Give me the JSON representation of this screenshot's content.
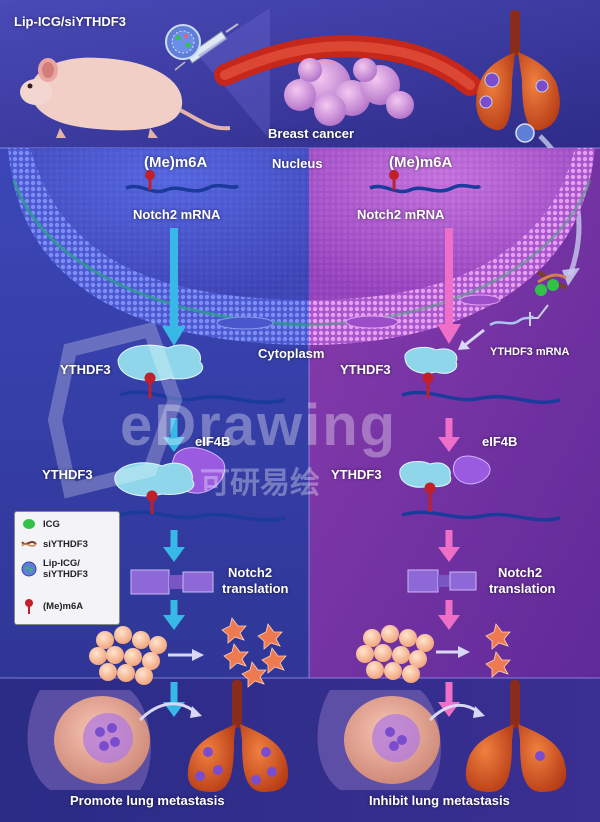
{
  "labels": {
    "formulation": "Lip-ICG/siYTHDF3",
    "breast_cancer": "Breast cancer",
    "nucleus": "Nucleus",
    "cytoplasm": "Cytoplasm",
    "left_modification": "(Me)m6A",
    "right_modification": "(Me)m6A",
    "left_mrna": "Notch2 mRNA",
    "right_mrna": "Notch2 mRNA",
    "left_ythdf3_top": "YTHDF3",
    "right_ythdf3_top": "YTHDF3",
    "left_ythdf3_bottom": "YTHDF3",
    "right_ythdf3_bottom": "YTHDF3",
    "left_eif4b": "eIF4B",
    "right_eif4b": "eIF4B",
    "ythdf3_mrna": "YTHDF3 mRNA",
    "left_translation_line1": "Notch2",
    "left_translation_line2": "translation",
    "right_translation_line1": "Notch2",
    "right_translation_line2": "translation",
    "left_outcome": "Promote lung metastasis",
    "right_outcome": "Inhibit lung metastasis"
  },
  "legend": {
    "icg": "ICG",
    "siythdf3": "siYTHDF3",
    "lip_line1": "Lip-ICG/",
    "lip_line2": "siYTHDF3",
    "m6a": "(Me)m6A"
  },
  "watermark": {
    "main": "eDrawing",
    "sub": "可研易绘"
  },
  "colors": {
    "left_panel": "#3b3fa8",
    "right_panel": "#7a2e9e",
    "left_arrow": "#38b8e6",
    "right_arrow": "#ee6ec8",
    "mrna": "#1a3a9c",
    "ythdf3": "#8fd6ea",
    "eif4b": "#9b5be0",
    "m6a_pin": "#c0202a",
    "lung": "#d8551e",
    "trachea": "#8a2c1c"
  }
}
